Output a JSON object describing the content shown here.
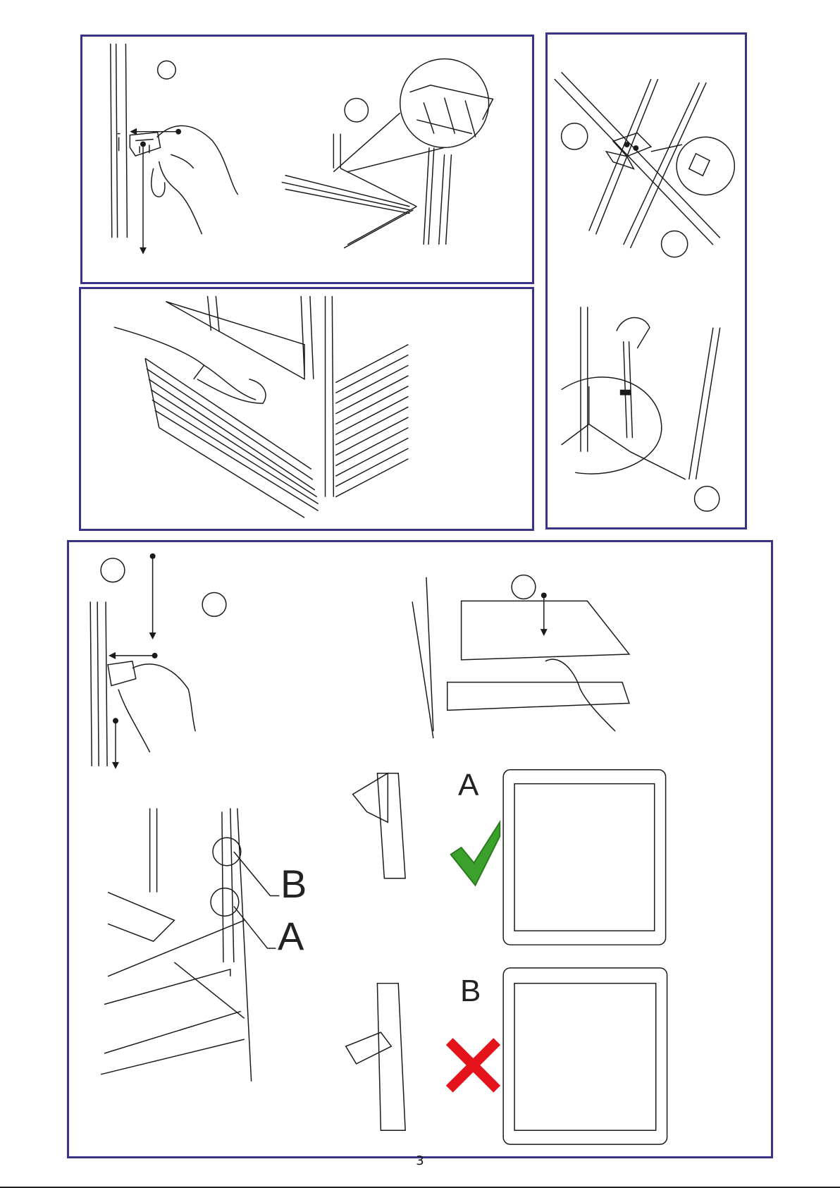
{
  "page": {
    "number": "3"
  },
  "labels": {
    "hook_b": "B",
    "hook_a": "A",
    "correct": "A",
    "wrong": "B"
  },
  "colors": {
    "frame": "#3a3489",
    "check": "#3aa12a",
    "cross": "#e3121b",
    "line": "#1a1a1a"
  },
  "icons": {
    "correct": "check-mark-icon",
    "wrong": "cross-mark-icon"
  }
}
